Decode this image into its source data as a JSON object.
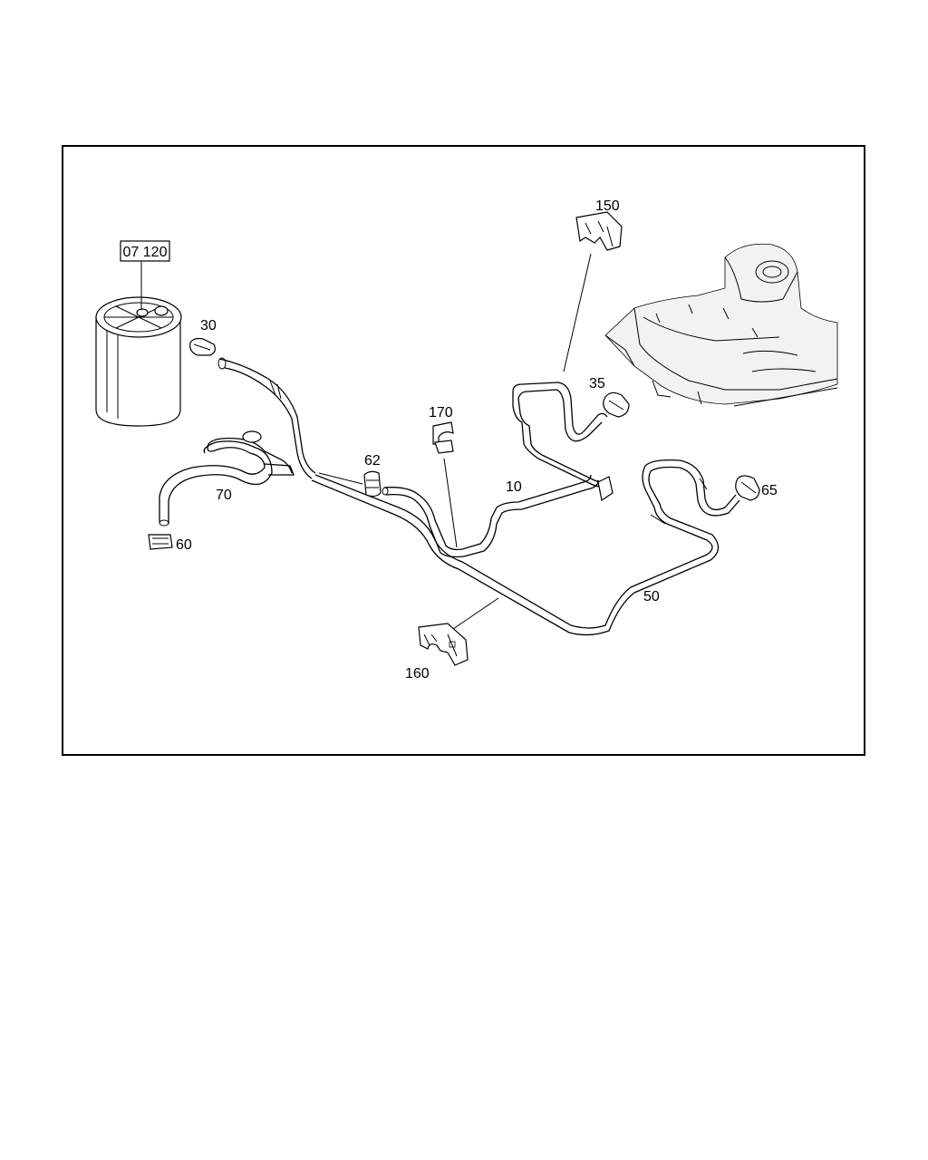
{
  "diagram": {
    "ref_box_label": "07 120",
    "callouts": {
      "p10": "10",
      "p30": "30",
      "p35": "35",
      "p50": "50",
      "p60": "60",
      "p62": "62",
      "p65": "65",
      "p70": "70",
      "p150": "150",
      "p160": "160",
      "p170": "170"
    }
  }
}
